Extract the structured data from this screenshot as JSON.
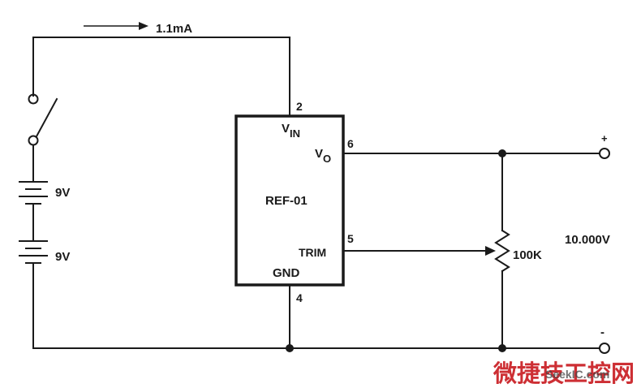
{
  "current": "1.1mA",
  "battery": {
    "top_label": "9V",
    "bottom_label": "9V"
  },
  "ic": {
    "name": "REF-01",
    "pin_vin_main": "V",
    "pin_vin_sub": "IN",
    "pin_vo_main": "V",
    "pin_vo_sub": "O",
    "pin_trim": "TRIM",
    "pin_gnd": "GND",
    "pin2_number": "2",
    "pin6_number": "6",
    "pin5_number": "5",
    "pin4_number": "4"
  },
  "pot": {
    "label": "100K"
  },
  "output": {
    "plus": "+",
    "minus": "-",
    "voltage": "10.000V"
  },
  "watermark": {
    "chinese": "微捷技工控网",
    "latin": "SeekIC.com"
  },
  "colors": {
    "ink": "#1a1a1a",
    "watermark": "#c8191f"
  }
}
